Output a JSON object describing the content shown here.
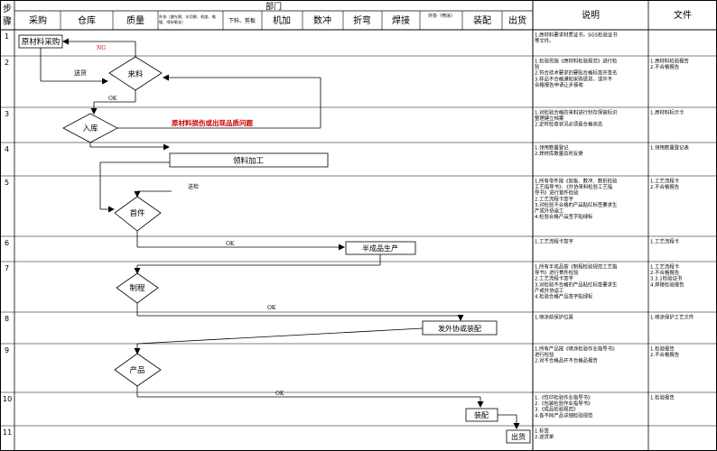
{
  "header": {
    "step_line1": "步",
    "step_line2": "骤",
    "department": "部门",
    "departments": [
      "采购",
      "仓库",
      "质量",
      "外协（激光割、水切割、机加、电镀、喷砂氧化）",
      "下料、剪板",
      "机加",
      "数冲",
      "折弯",
      "焊接",
      "外协（喷涂）",
      "装配",
      "出货"
    ],
    "description": "说明",
    "document": "文件"
  },
  "steps": [
    {
      "no": "1",
      "desc": [
        "1.原材料要求材质证书，SGS检验证书",
        "等文件。"
      ],
      "docs": []
    },
    {
      "no": "2",
      "desc": [
        "1.检验员按《原材料检验规范》进行检",
        "验",
        "2.符合技术要求的要贴合格标签并签名",
        "3.样品不合格通知采购退货，或开不",
        "合格报告申请让步接收"
      ],
      "docs": [
        "1.原材料检验报告",
        "2.不合格报告"
      ]
    },
    {
      "no": "3",
      "desc": [
        "1.对检验合格的来料进行封存保管标识",
        "整理建立档案",
        "2.定时检查状况必须是合格状态"
      ],
      "docs": [
        "1.原材料标示卡"
      ]
    },
    {
      "no": "4",
      "desc": [
        "1.领用数量登记",
        "2.焊材库数量及时反馈"
      ],
      "docs": [
        "1.领用数量登记表"
      ]
    },
    {
      "no": "5",
      "desc": [
        "1.所有零件按《剪板、数冲、数折检验",
        "工艺指导书》、《外协来料检验工艺指",
        "导书》进行首件检验",
        "2.工艺流程卡签字",
        "3.对检验不合格的产品贴红标签要求生",
        "产或外协返工",
        "4.检验合格产品签字贴绿标"
      ],
      "docs": [
        "1.工艺流程卡",
        "2.不合格报告"
      ]
    },
    {
      "no": "6",
      "desc": [
        "1.工艺流程卡签字"
      ],
      "docs": [
        "1.工艺流程卡"
      ]
    },
    {
      "no": "7",
      "desc": [
        "1.所有半成品按《制程检验规范工艺指",
        "导书》进行首件检验",
        "2.工艺流程卡签字",
        "3.对检验不合格的产品贴红标签要求生",
        "产或外协返工",
        "4.检验合格产品签字贴绿标"
      ],
      "docs": [
        "1.工艺流程卡",
        "2.不合格报告",
        "3.3.1检验证书",
        "4.焊接检验报告"
      ]
    },
    {
      "no": "8",
      "desc": [
        "1.喷涂前保护位置"
      ],
      "docs": [
        "1.喷涂保护工艺文件"
      ]
    },
    {
      "no": "9",
      "desc": [
        "1.所有产品按《喷涂检验作业指导书》",
        "进行检验",
        "2.对不合格品开不合格品报告"
      ],
      "docs": [
        "1.检验报告",
        "2.不合格报告"
      ]
    },
    {
      "no": "10",
      "desc": [
        "1.《性印检验作业指导书》",
        "2.《包装检验作业指导书》",
        "3.《成品检验规范》",
        "4.各不同产品详细检验规范"
      ],
      "docs": [
        "1.检验报告"
      ]
    },
    {
      "no": "11",
      "desc": [
        "1.标签",
        "2.送货单"
      ],
      "docs": []
    }
  ],
  "flow": {
    "purchase_box": "原材料采购",
    "incoming_diamond": "来料",
    "storage_diamond": "入库",
    "issue_box": "领料加工",
    "first_piece_diamond": "首件",
    "semi_box": "半成品生产",
    "process_diamond": "制程",
    "outsource_box": "发外协或装配",
    "product_diamond": "产品",
    "assembly_box": "装配",
    "ship_box": "出货",
    "label_ng": "NG",
    "label_delivery": "送货",
    "label_ok_2": "OK",
    "label_damage": "原材料损伤或出现品质问题",
    "label_send_inspect": "送检",
    "label_ok_6": "OK",
    "label_ok_8": "OK",
    "label_ok_10": "OK"
  },
  "colors": {
    "line": "#000000",
    "ng": "#cc0000",
    "damage": "#cc0000",
    "header_bg": "#ffffff"
  }
}
